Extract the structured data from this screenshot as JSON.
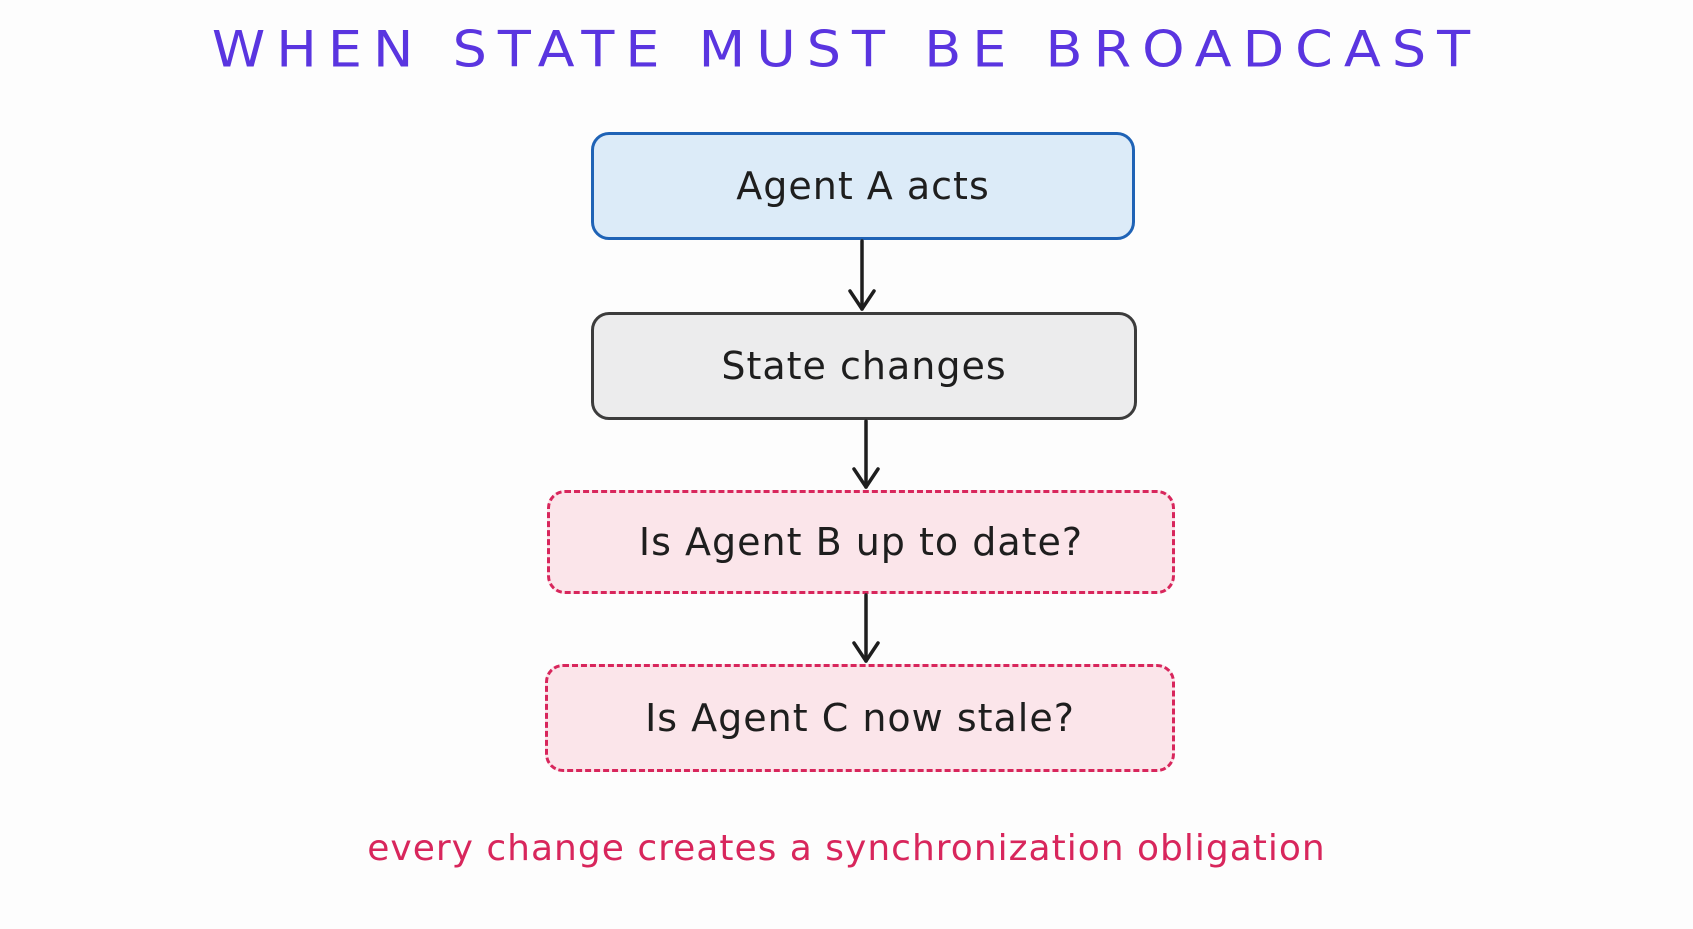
{
  "diagram": {
    "title": "WHEN STATE MUST BE BROADCAST",
    "nodes": [
      {
        "id": "agent-a-acts",
        "label": "Agent A acts",
        "style": "solid",
        "fill": "#dcebf8",
        "stroke": "#1f63b6"
      },
      {
        "id": "state-changes",
        "label": "State changes",
        "style": "solid",
        "fill": "#ececed",
        "stroke": "#3c3c3c"
      },
      {
        "id": "agent-b-check",
        "label": "Is Agent B up to date?",
        "style": "dashed",
        "fill": "#fbe5ea",
        "stroke": "#d8265c"
      },
      {
        "id": "agent-c-check",
        "label": "Is Agent C now stale?",
        "style": "dashed",
        "fill": "#fbe5ea",
        "stroke": "#d8265c"
      }
    ],
    "edges": [
      {
        "from": "agent-a-acts",
        "to": "state-changes"
      },
      {
        "from": "state-changes",
        "to": "agent-b-check"
      },
      {
        "from": "agent-b-check",
        "to": "agent-c-check"
      }
    ],
    "footnote": "every change creates a synchronization obligation"
  },
  "colors": {
    "title": "#5a35e0",
    "footnote": "#d8265c",
    "arrow": "#1e1e1e"
  }
}
